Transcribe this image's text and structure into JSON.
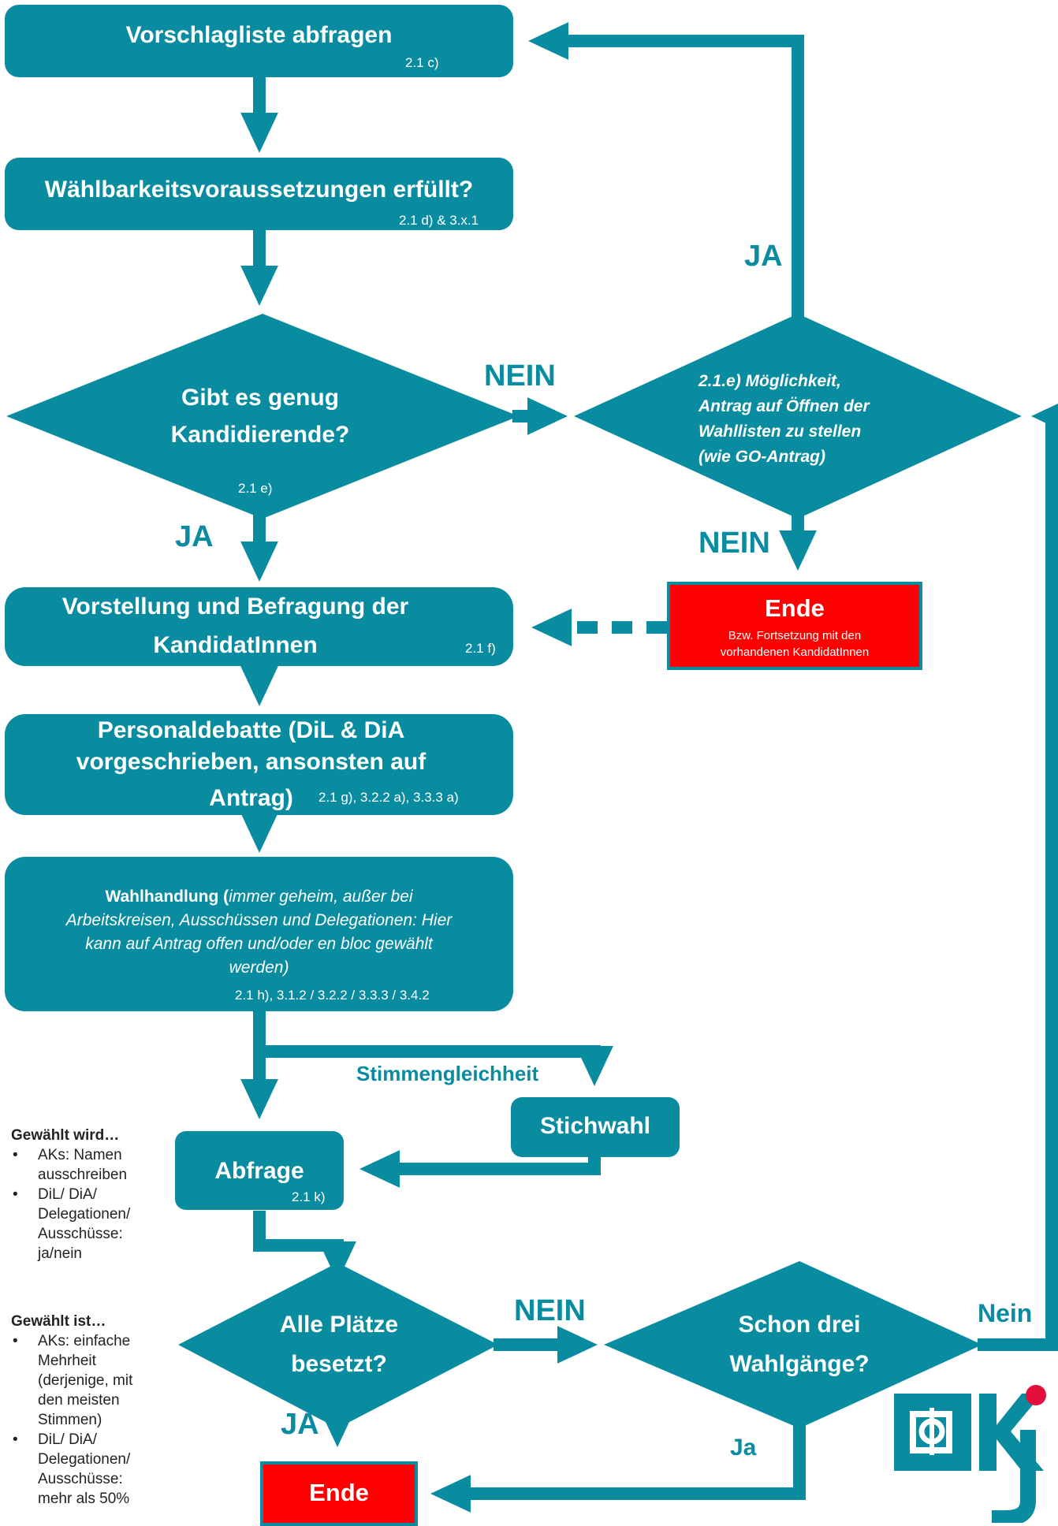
{
  "colors": {
    "primary": "#0a8ca0",
    "end": "#ff0000",
    "text_dark": "#222222"
  },
  "nodes": {
    "vorschlag": {
      "title": "Vorschlagliste abfragen",
      "ref": "2.1 c)"
    },
    "waehlbarkeit": {
      "title": "Wählbarkeitsvoraussetzungen erfüllt?",
      "ref": "2.1 d) & 3.x.1"
    },
    "genug": {
      "line1": "Gibt es genug",
      "line2": "Kandidierende?",
      "ref": "2.1 e)"
    },
    "moeglichkeit": {
      "line1": "2.1.e) Möglichkeit,",
      "line2": "Antrag auf Öffnen der",
      "line3": "Wahllisten zu stellen",
      "line4": "(wie GO-Antrag)"
    },
    "ende1": {
      "title": "Ende",
      "sub1": "Bzw. Fortsetzung mit den",
      "sub2": "vorhandenen KandidatInnen"
    },
    "vorstellung": {
      "line1": "Vorstellung und Befragung der",
      "line2": "KandidatInnen",
      "ref": "2.1 f)"
    },
    "debatte": {
      "line1": "Personaldebatte (DiL & DiA",
      "line2": "vorgeschrieben, ansonsten auf",
      "line3": "Antrag)",
      "ref": "2.1 g), 3.2.2 a), 3.3.3 a)"
    },
    "wahlhandlung": {
      "bold": "Wahlhandlung (",
      "italic1": "immer geheim, außer bei",
      "italic2": "Arbeitskreisen, Ausschüssen und Delegationen: Hier",
      "italic3": "kann auf Antrag offen und/oder en bloc gewählt",
      "italic4": "werden)",
      "ref": "2.1 h), 3.1.2 / 3.2.2 / 3.3.3 / 3.4.2"
    },
    "stichwahl": {
      "title": "Stichwahl"
    },
    "abfrage": {
      "title": "Abfrage",
      "ref": "2.1 k)"
    },
    "plaetze": {
      "line1": "Alle Plätze",
      "line2": "besetzt?"
    },
    "drei": {
      "line1": "Schon drei",
      "line2": "Wahlgänge?"
    },
    "ende2": {
      "title": "Ende"
    }
  },
  "edge_labels": {
    "ja_top": "JA",
    "nein_genug": "NEIN",
    "ja_genug": "JA",
    "nein_moeglichkeit": "NEIN",
    "stimmengleichheit": "Stimmengleichheit",
    "nein_plaetze": "NEIN",
    "nein_drei": "Nein",
    "ja_plaetze": "JA",
    "ja_drei": "Ja"
  },
  "sidebar": {
    "gewaehlt_wird": {
      "title": "Gewählt wird…",
      "items": [
        [
          "AKs: Namen",
          "ausschreiben"
        ],
        [
          "DiL/ DiA/",
          "Delegationen/",
          "Ausschüsse:",
          "ja/nein"
        ]
      ]
    },
    "gewaehlt_ist": {
      "title": "Gewählt ist…",
      "items": [
        [
          "AKs: einfache",
          "Mehrheit",
          "(derjenige, mit",
          "den meisten",
          "Stimmen)"
        ],
        [
          "DiL/ DiA/",
          "Delegationen/",
          "Ausschüsse:",
          "mehr als 50%"
        ]
      ]
    }
  },
  "logo": {
    "name": "bdkj-logo"
  }
}
